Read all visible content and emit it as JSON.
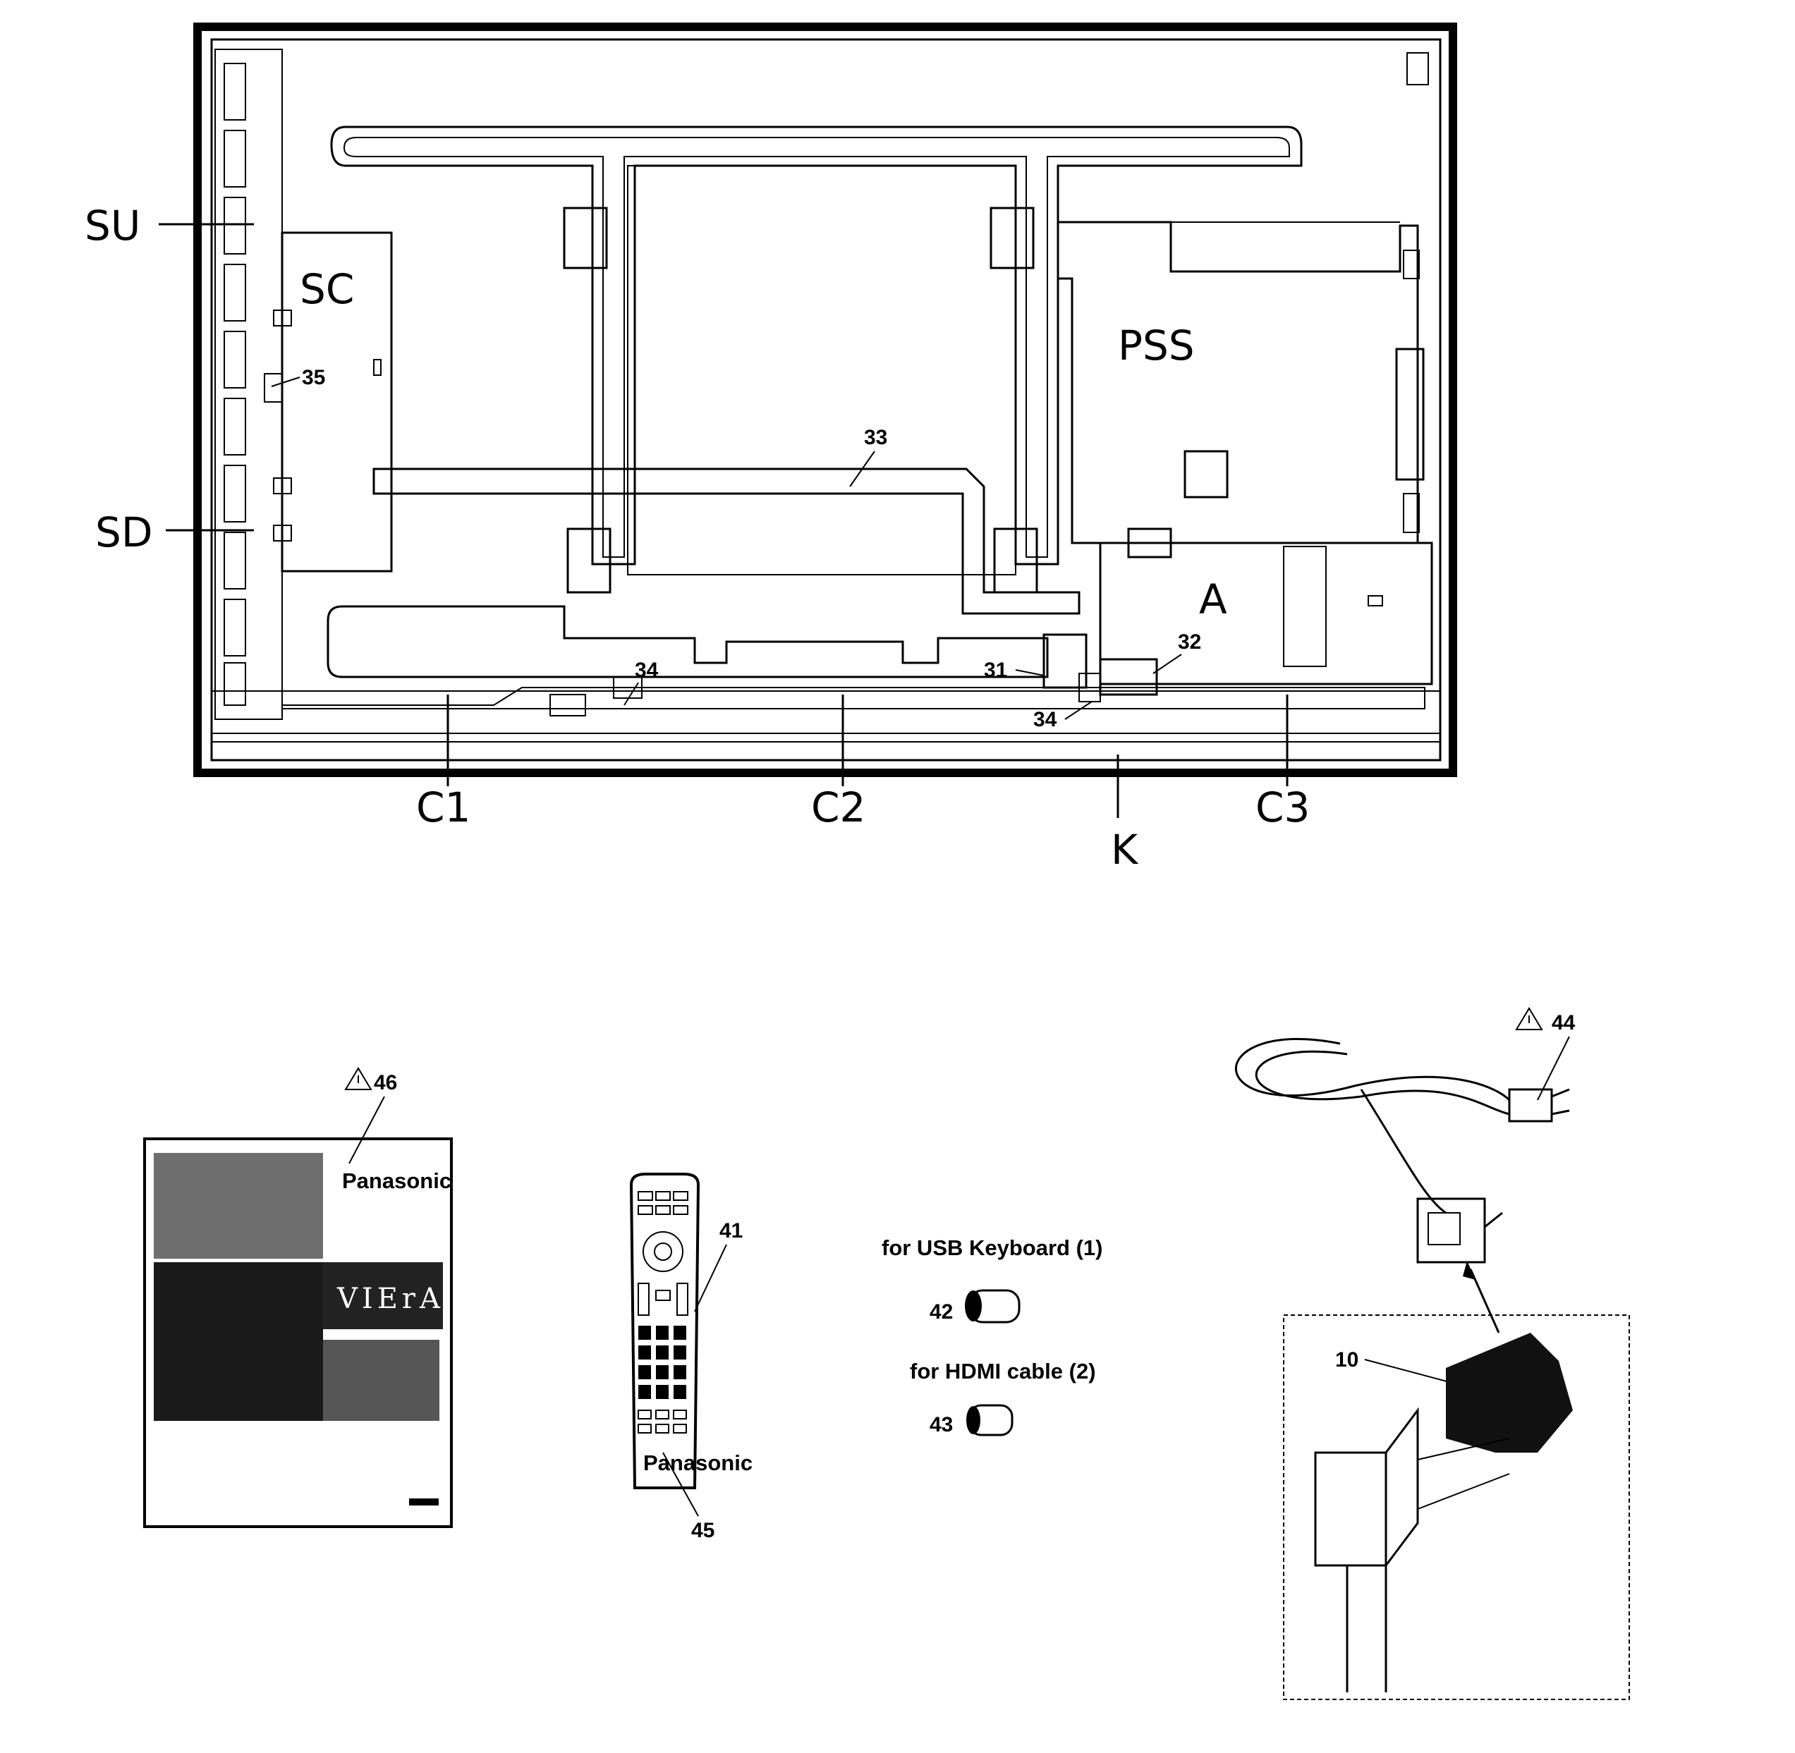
{
  "board_labels": {
    "su": "SU",
    "sc": "SC",
    "sd": "SD",
    "pss": "PSS",
    "a": "A",
    "c1": "C1",
    "c2": "C2",
    "c3": "C3",
    "k": "K"
  },
  "part_numbers": {
    "p31": "31",
    "p32": "32",
    "p33": "33",
    "p34a": "34",
    "p34b": "34",
    "p35": "35",
    "p10": "10",
    "p41": "41",
    "p42": "42",
    "p43": "43",
    "p44": "44",
    "p45": "45",
    "p46": "46"
  },
  "captions": {
    "usb_keyboard": "for USB Keyboard (1)",
    "hdmi_cable": "for HDMI cable (2)"
  },
  "manual": {
    "brand": "Panasonic",
    "product": "VIErA"
  },
  "remote": {
    "brand": "Panasonic"
  },
  "warning_icon": "warning-triangle-icon"
}
